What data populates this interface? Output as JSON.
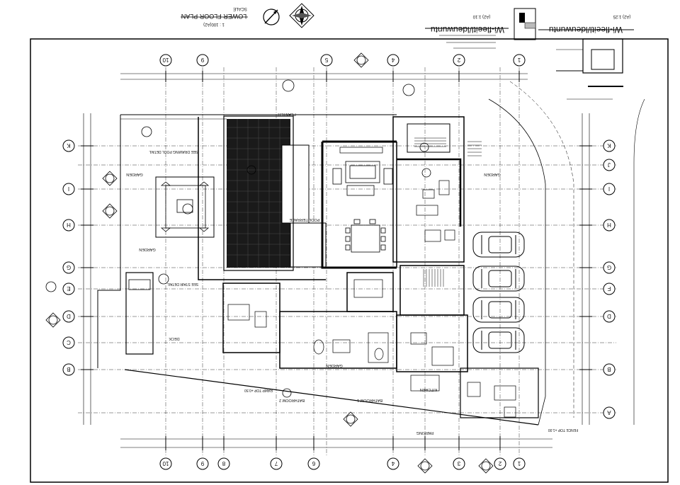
{
  "sheet": {
    "title": "LOWER FLOOR PLAN",
    "scale_label": "SCALE",
    "scale_value": "1 : 100(A2)"
  },
  "details": {
    "left_title": "Wi-fleeitl/ldeuwuntu",
    "left_scale": "(A2) 1:10",
    "right_title": "Wi-fleeitl/ldeuwuntu",
    "right_scale": "(A2) 1:25"
  },
  "grid": {
    "columns_top": [
      "10",
      "9",
      "5",
      "4",
      "2",
      "1"
    ],
    "columns_bottom": [
      "10",
      "9",
      "8",
      "7",
      "6",
      "4",
      "3",
      "2",
      "1"
    ],
    "rows": [
      "K",
      "J",
      "I",
      "H",
      "G",
      "F",
      "E",
      "D",
      "C",
      "B",
      "A"
    ]
  },
  "rooms": [
    {
      "id": "garden-1",
      "label": "GARDEN"
    },
    {
      "id": "garden-2",
      "label": "GARDEN"
    },
    {
      "id": "garden-3",
      "label": "GARDEN"
    },
    {
      "id": "garden-4",
      "label": "GARDEN"
    },
    {
      "id": "pool-terrace",
      "label": "POOL TERRACE"
    },
    {
      "id": "planter",
      "label": "PLANTER"
    },
    {
      "id": "deck",
      "label": "DECK"
    },
    {
      "id": "parking",
      "label": "PARKING"
    },
    {
      "id": "kitchen",
      "label": "KITCHEN"
    },
    {
      "id": "bathroom-1",
      "label": "BATHROOM 1"
    },
    {
      "id": "bathroom-2",
      "label": "BATHROOM 2"
    }
  ],
  "notes": [
    {
      "id": "sec-stair-detail",
      "text": "SEE STAIR DETAIL"
    },
    {
      "id": "fence-top",
      "text": "FENCE TOP +1.00"
    },
    {
      "id": "ramp-top",
      "text": "RAMP TOP +0.50"
    },
    {
      "id": "pool-edge",
      "text": "SEE DRAWING POOL DETAIL"
    }
  ]
}
